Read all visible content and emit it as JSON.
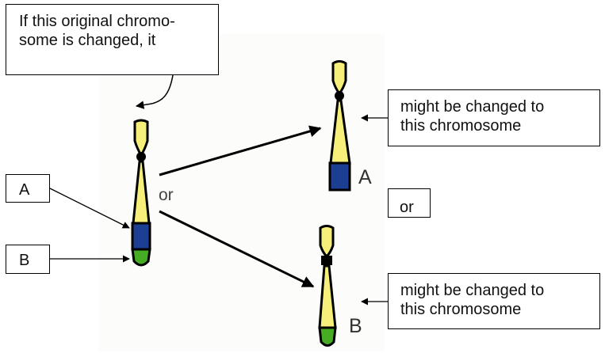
{
  "callout_top": {
    "lines": [
      "If this original chromo-",
      "some is changed, it"
    ]
  },
  "labels": {
    "a": "A",
    "b": "B"
  },
  "middle_or": "or",
  "results": [
    {
      "text": "might be changed to\nthis chromosome",
      "chromosome_label": "A"
    },
    {
      "text": "might be changed to\nthis chromosome",
      "chromosome_label": "B"
    }
  ],
  "or_box": "or",
  "colors": {
    "arm": "#f6f07a",
    "segment_a": "#1d3f93",
    "segment_b": "#46ac24",
    "outline": "#000000"
  }
}
